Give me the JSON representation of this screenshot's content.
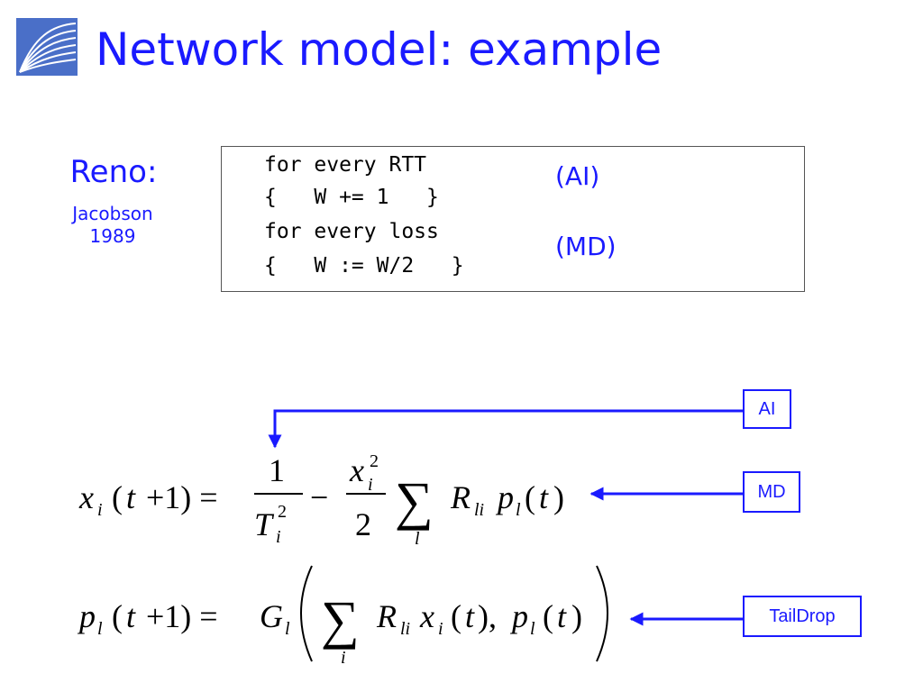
{
  "slide": {
    "title": "Network model: example",
    "logo_icon": "network-logo-icon"
  },
  "reno": {
    "label": "Reno:",
    "author": "Jacobson",
    "year": "1989"
  },
  "code": {
    "lines": [
      "for every RTT",
      "{   W += 1   }",
      "for every loss",
      "{   W := W/2   }"
    ],
    "annotations": [
      "(AI)",
      "(MD)"
    ]
  },
  "tags": {
    "ai": "AI",
    "md": "MD",
    "taildrop": "TailDrop"
  },
  "equations": {
    "eq1_latex": "x_i(t+1) = \\frac{1}{T_i^2} - \\frac{x_i^2}{2}\\sum_l R_{li} p_l(t)",
    "eq2_latex": "p_l(t+1) = G_l\\left(\\sum_i R_{li} x_i(t), p_l(t)\\right)"
  },
  "colors": {
    "accent": "#1a1aff",
    "text": "#000000",
    "box_border": "#555555"
  }
}
